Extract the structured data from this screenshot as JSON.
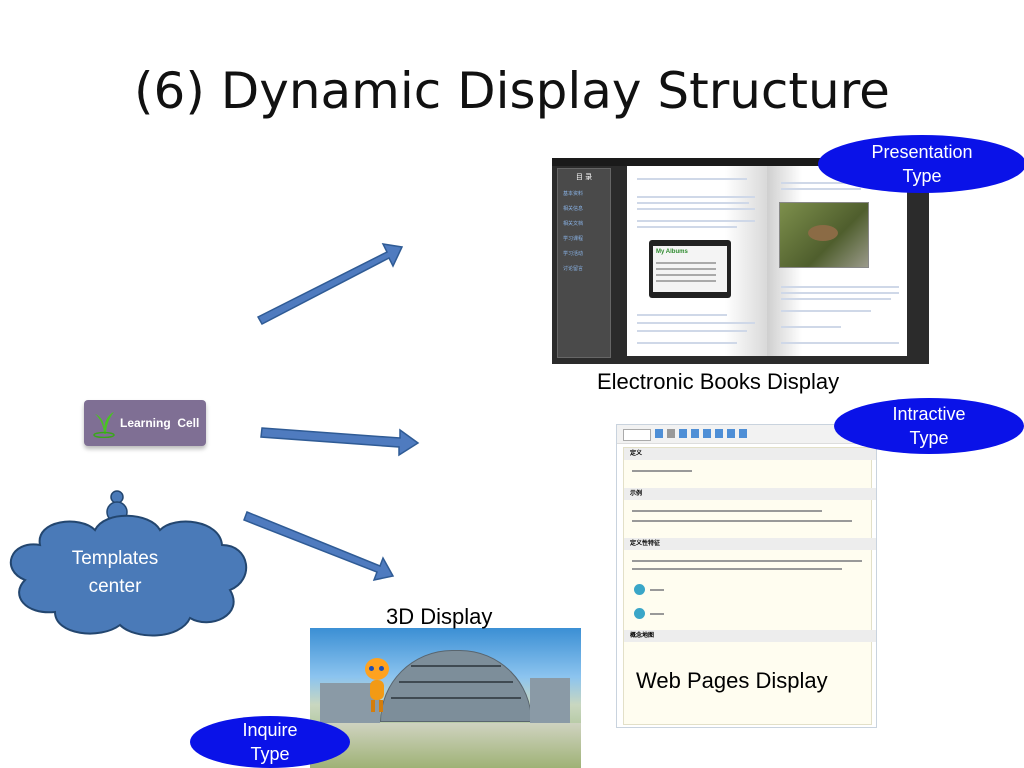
{
  "slide": {
    "title": "(6) Dynamic Display Structure"
  },
  "badges": {
    "presentation": "Presentation\nType",
    "intractive": "Intractive\nType",
    "inquire": "Inquire\nType"
  },
  "captions": {
    "ebooks": "Electronic Books Display",
    "web_pages": "Web Pages Display",
    "three_d": "3D Display"
  },
  "logo": {
    "text": "Learning  Cell"
  },
  "cloud": {
    "text": "Templates\ncenter"
  },
  "ebook": {
    "toc_title": "目 录",
    "toc_items": [
      "基本资料",
      "相关信息",
      "相关文档",
      "学习课程",
      "学习活动",
      "讨论留言"
    ],
    "album_heading": "My Albums"
  },
  "web_page": {
    "sections": [
      "定义",
      "示例",
      "定义性特征",
      "概念地图"
    ]
  },
  "colors": {
    "badge": "#0a12e8",
    "arrow": "#4f7bbf",
    "cloud": "#4a7ab8",
    "logo": "#7f6f94"
  }
}
